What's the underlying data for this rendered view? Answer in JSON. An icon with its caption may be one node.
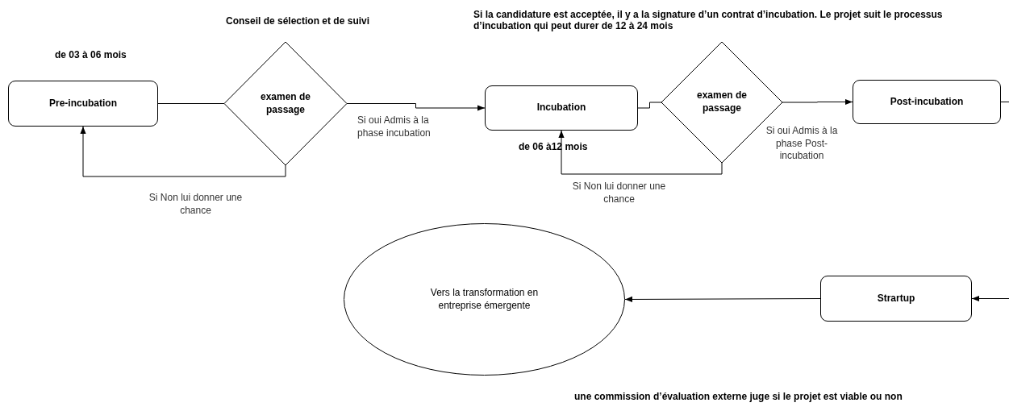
{
  "diagram": {
    "nodes": [
      {
        "text": [
          "Pre-incubation"
        ],
        "beside": [
          "de 03 à 06 mois"
        ]
      },
      {
        "text": [
          "examen de passage"
        ],
        "beside": [
          "Conseil de sélection et de suivi"
        ]
      },
      {
        "text": [
          "Incubation"
        ],
        "beside": [
          "de 06 à12 mois"
        ]
      },
      {
        "text": [
          "examen de passage"
        ]
      },
      {
        "text": [
          "Post-incubation"
        ]
      },
      {
        "text": [
          "Strartup"
        ]
      },
      {
        "text": [
          "Vers la transformation en entreprise émergente"
        ]
      }
    ],
    "edges": [
      {
        "from": 0,
        "to": 1,
        "arrow": "none"
      },
      {
        "from": 1,
        "to": 2,
        "arrow": "to",
        "label": "Si oui Admis à la phase incubation"
      },
      {
        "from": 1,
        "to": 0,
        "arrow": "to",
        "label": "Si Non lui donner une chance"
      },
      {
        "from": 2,
        "to": 3,
        "arrow": "none"
      },
      {
        "from": 3,
        "to": 4,
        "arrow": "to",
        "label": "Si oui Admis à la phase Post-incubation"
      },
      {
        "from": 3,
        "to": 2,
        "arrow": "to",
        "label": "Si Non lui donner une chance"
      },
      {
        "from": 4,
        "to": null,
        "arrow": "none"
      },
      {
        "from": null,
        "to": 5,
        "arrow": "to"
      },
      {
        "from": 5,
        "to": 6,
        "arrow": "to"
      }
    ],
    "labels": [
      "Si la candidature est acceptée, il y a la signature  d’un contrat d’incubation. Le projet suit le processus d’incubation qui peut durer de 12 à 24 mois",
      "une commission d’évaluation externe juge si le projet est viable ou non"
    ]
  }
}
